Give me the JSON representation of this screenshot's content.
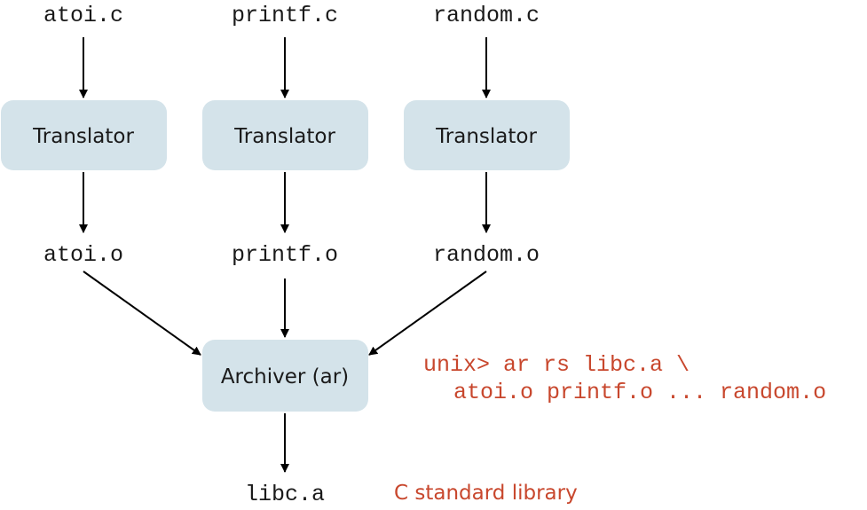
{
  "colors": {
    "box_fill": "#d4e3ea",
    "text": "#1a1a1a",
    "accent": "#c8472d",
    "arrow": "#000000"
  },
  "sources": [
    "atoi.c",
    "printf.c",
    "random.c"
  ],
  "translator_label": "Translator",
  "objects": [
    "atoi.o",
    "printf.o",
    "random.o"
  ],
  "archiver_label": "Archiver (ar)",
  "output": {
    "file": "libc.a",
    "caption": "C standard library"
  },
  "command": {
    "line1": "unix> ar rs libc.a \\",
    "line2": "atoi.o printf.o ... random.o"
  }
}
